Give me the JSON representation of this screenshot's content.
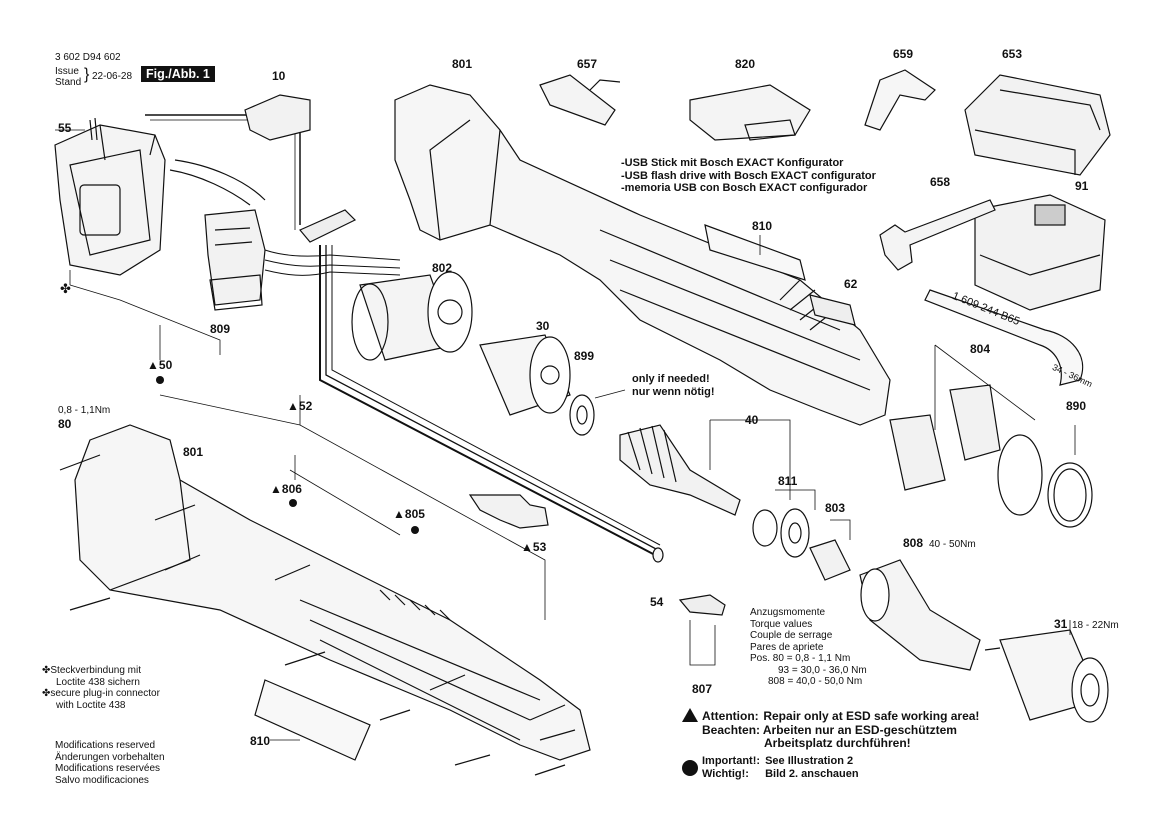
{
  "header": {
    "doc_number": "3 602 D94 602",
    "issue_label": "Issue",
    "stand_label": "Stand",
    "date": "22-06-28",
    "fig_label": "Fig./Abb. 1"
  },
  "parts": {
    "p10": "10",
    "p55": "55",
    "p801_top": "801",
    "p657": "657",
    "p820": "820",
    "p659": "659",
    "p653": "653",
    "p658": "658",
    "p91": "91",
    "p810_top": "810",
    "p62": "62",
    "p802": "802",
    "p30": "30",
    "p899": "899",
    "p809": "809",
    "p804": "804",
    "p890": "890",
    "p50": "50",
    "p52": "52",
    "p80": "80",
    "p801_bottom": "801",
    "p806": "806",
    "p805": "805",
    "p53": "53",
    "p40": "40",
    "p811": "811",
    "p803": "803",
    "p808": "808",
    "p54": "54",
    "p31": "31",
    "p807": "807",
    "p810_bottom": "810"
  },
  "annotations": {
    "usb_de": "-USB Stick mit Bosch EXACT Konfigurator",
    "usb_en": "-USB flash drive with Bosch EXACT configurator",
    "usb_es": "-memoria USB con Bosch EXACT configurador",
    "only_if_needed": "only if needed!",
    "nur_wenn": "nur wenn nötig!",
    "torque_80": "0,8 - 1,1Nm",
    "torque_808": "40 - 50Nm",
    "torque_31": "18 - 22Nm",
    "wrench_part": "1 609 244 B65",
    "wrench_size": "34 - 36mm"
  },
  "torque_table": {
    "lines": [
      "Anzugsmomente",
      "Torque values",
      "Couple de serrage",
      "Pares de apriete"
    ],
    "rows": [
      "Pos. 80 =   0,8 -   1,1 Nm",
      "93 = 30,0 - 36,0 Nm",
      "808 = 40,0 - 50,0 Nm"
    ]
  },
  "warnings": {
    "attention_label": "Attention:",
    "attention_text": "Repair only at ESD safe working area!",
    "beachten_label": "Beachten:",
    "beachten_text": "Arbeiten nur an ESD-geschütztem",
    "beachten_text2": "Arbeitsplatz durchführen!",
    "important_label": "Important!:",
    "important_text": "See Illustration 2",
    "wichtig_label": "Wichtig!:",
    "wichtig_text": "Bild 2. anschauen"
  },
  "legend": {
    "de1": "Steckverbindung mit",
    "de2": "Loctite 438 sichern",
    "en1": "secure plug-in connector",
    "en2": "with Loctite 438"
  },
  "footer": {
    "lines": [
      "Modifications reserved",
      "Änderungen vorbehalten",
      "Modifications reservées",
      "Salvo modificaciones"
    ]
  }
}
